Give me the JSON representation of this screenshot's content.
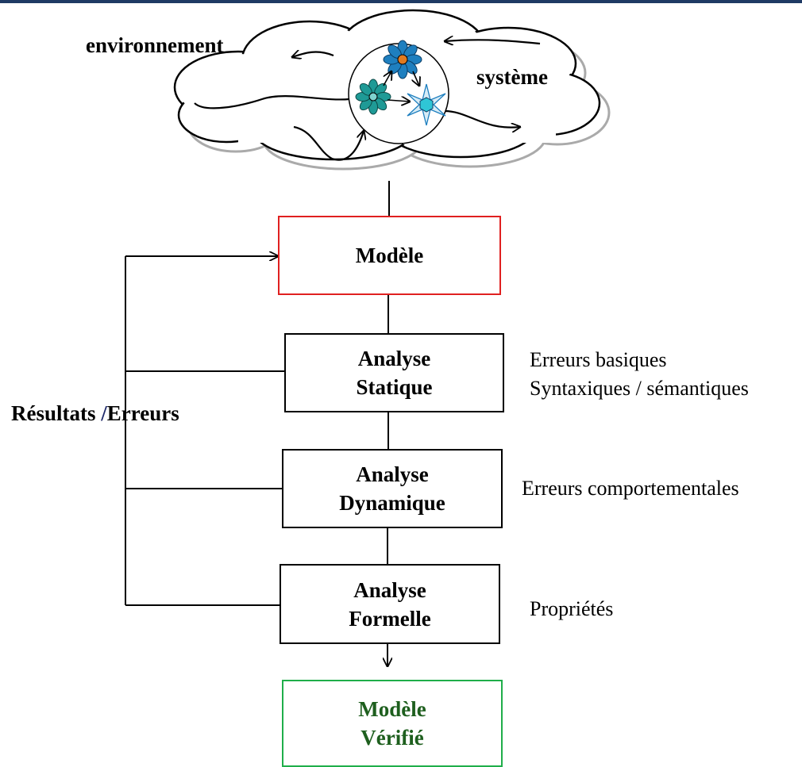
{
  "cloud": {
    "environment_label": "environnement",
    "system_label": "système"
  },
  "boxes": {
    "model": [
      "Modèle"
    ],
    "static": [
      "Analyse",
      "Statique"
    ],
    "dynamic": [
      "Analyse",
      "Dynamique"
    ],
    "formal": [
      "Analyse",
      "Formelle"
    ],
    "verified": [
      "Modèle",
      "Vérifié"
    ]
  },
  "feedback": {
    "label_part1": "Résultats",
    "separator": "/",
    "label_part2": "Erreurs"
  },
  "notes": {
    "static": [
      "Erreurs basiques",
      "Syntaxiques / sémantiques"
    ],
    "dynamic": [
      "Erreurs comportementales"
    ],
    "formal": [
      "Propriétés"
    ]
  },
  "colors": {
    "model_border": "#e02020",
    "verified_border": "#1fae4a",
    "verified_text": "#1e5f1e",
    "flower_blue": "#1e7fbf",
    "flower_teal": "#1f9a96"
  }
}
